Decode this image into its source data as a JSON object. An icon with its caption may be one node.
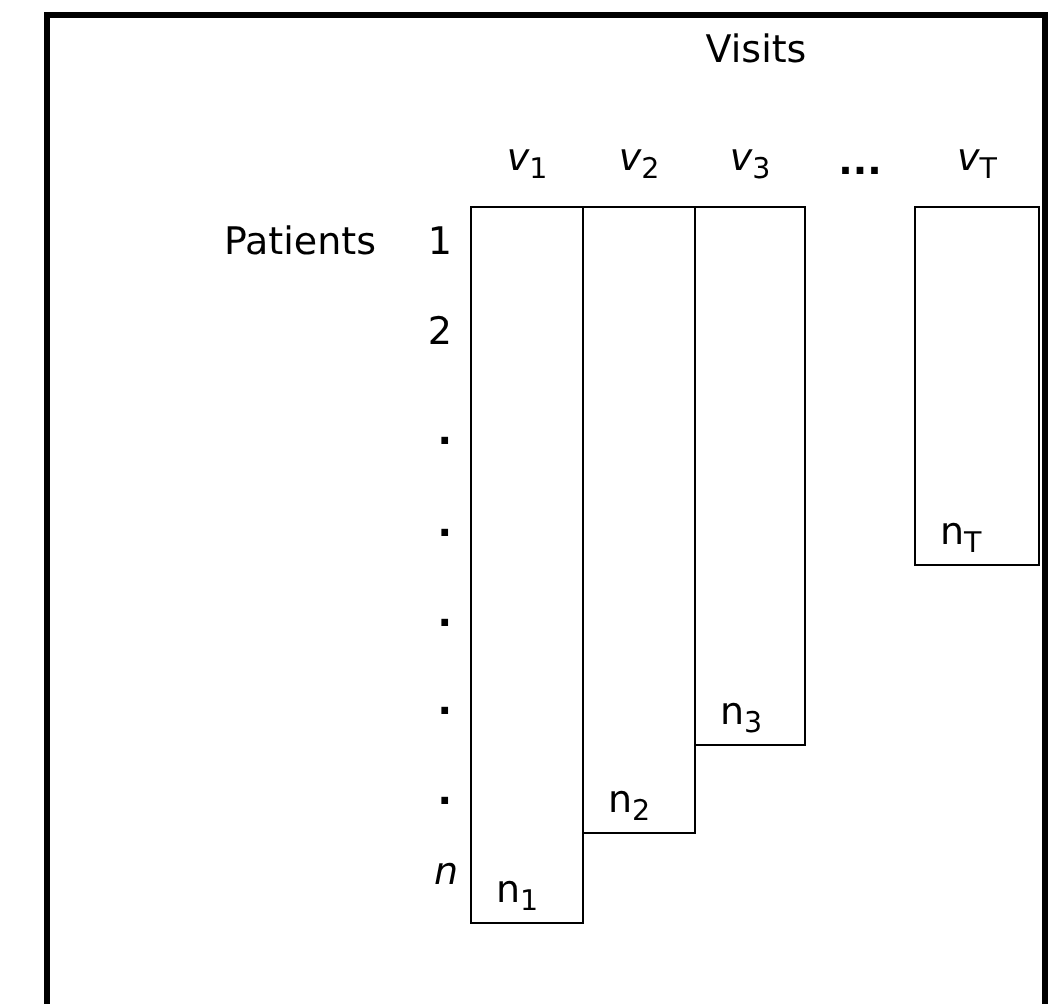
{
  "diagram": {
    "nodes": [
      {
        "text": [
          "*v*$_{1}$",
          "n$_{1}$"
        ]
      },
      {
        "text": [
          "*v*$_{2}$",
          "n$_{2}$"
        ]
      },
      {
        "text": [
          "*v*$_{3}$",
          "n$_{3}$"
        ]
      },
      {
        "text": [
          "*v*$_{T}$",
          "n$_{T}$"
        ]
      }
    ],
    "edges": [],
    "labels": [
      "Visits",
      "Patients",
      "1",
      "2",
      "...",
      ".",
      ".",
      ".",
      ".",
      ".",
      "n"
    ]
  }
}
